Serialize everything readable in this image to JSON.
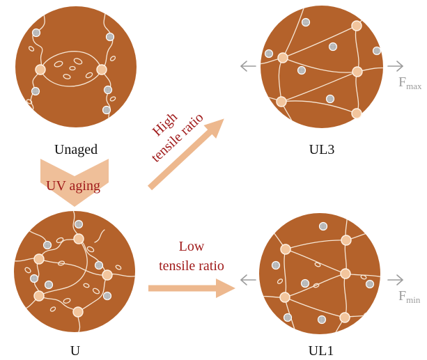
{
  "panels": {
    "unaged": {
      "label": "Unaged"
    },
    "ul3": {
      "label": "UL3"
    },
    "u": {
      "label": "U"
    },
    "ul1": {
      "label": "UL1"
    }
  },
  "arrows": {
    "uv_aging": {
      "label": "UV aging"
    },
    "high": {
      "line1": "High",
      "line2": "tensile ratio"
    },
    "low": {
      "line1": "Low",
      "line2": "tensile ratio"
    }
  },
  "forces": {
    "ul3": {
      "symbol": "F",
      "subscript": "max"
    },
    "ul1": {
      "symbol": "F",
      "subscript": "min"
    }
  },
  "colors": {
    "matrix": "#B4622B",
    "crosslink": "#F2C59D",
    "chain": "#F6E7D6",
    "filler": "#C8C8C8",
    "process_arrow": "#EDB88E",
    "process_text": "#A01B1B",
    "force_arrow": "#9B9B9B",
    "label_text": "#111111"
  }
}
